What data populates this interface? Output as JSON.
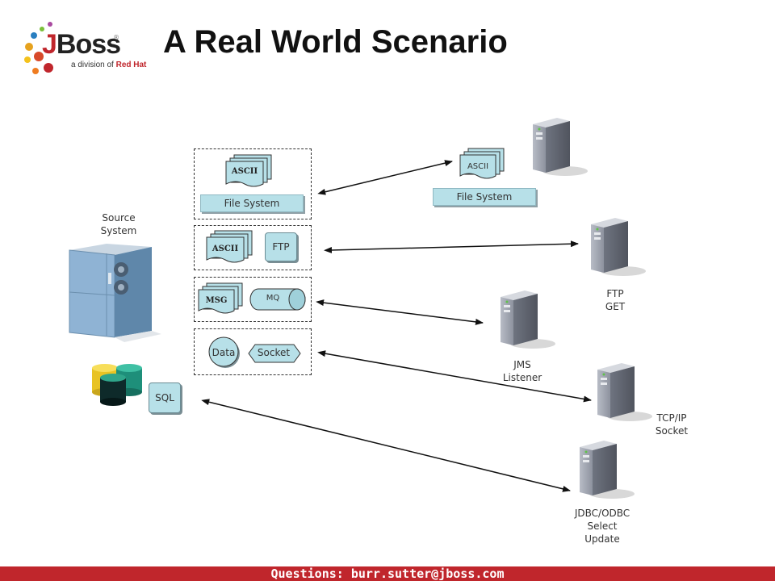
{
  "slide": {
    "title": "A Real World Scenario",
    "footer": "Questions: burr.sutter@jboss.com"
  },
  "logo": {
    "name_j": "J",
    "name_boss": "Boss",
    "registered": "®",
    "tagline_prefix": "a division of ",
    "tagline_brand": "Red Hat"
  },
  "source": {
    "label_line1": "Source",
    "label_line2": "System",
    "sql_label": "SQL"
  },
  "channels": {
    "file": {
      "doc_label": "ASCII",
      "bar_label": "File System"
    },
    "ftp": {
      "doc_label": "ASCII",
      "tile_label": "FTP"
    },
    "mq": {
      "doc_label": "MSG",
      "cylinder_label": "MQ"
    },
    "socket": {
      "data_label": "Data",
      "socket_label": "Socket"
    }
  },
  "targets": {
    "file": {
      "doc_label": "ASCII",
      "bar_label": "File System"
    },
    "ftp": {
      "line1": "FTP",
      "line2": "GET"
    },
    "jms": {
      "line1": "JMS",
      "line2": "Listener"
    },
    "tcp": {
      "line1": "TCP/IP",
      "line2": "Socket"
    },
    "jdbc": {
      "line1": "JDBC/ODBC",
      "line2": "Select",
      "line3": "Update"
    }
  }
}
